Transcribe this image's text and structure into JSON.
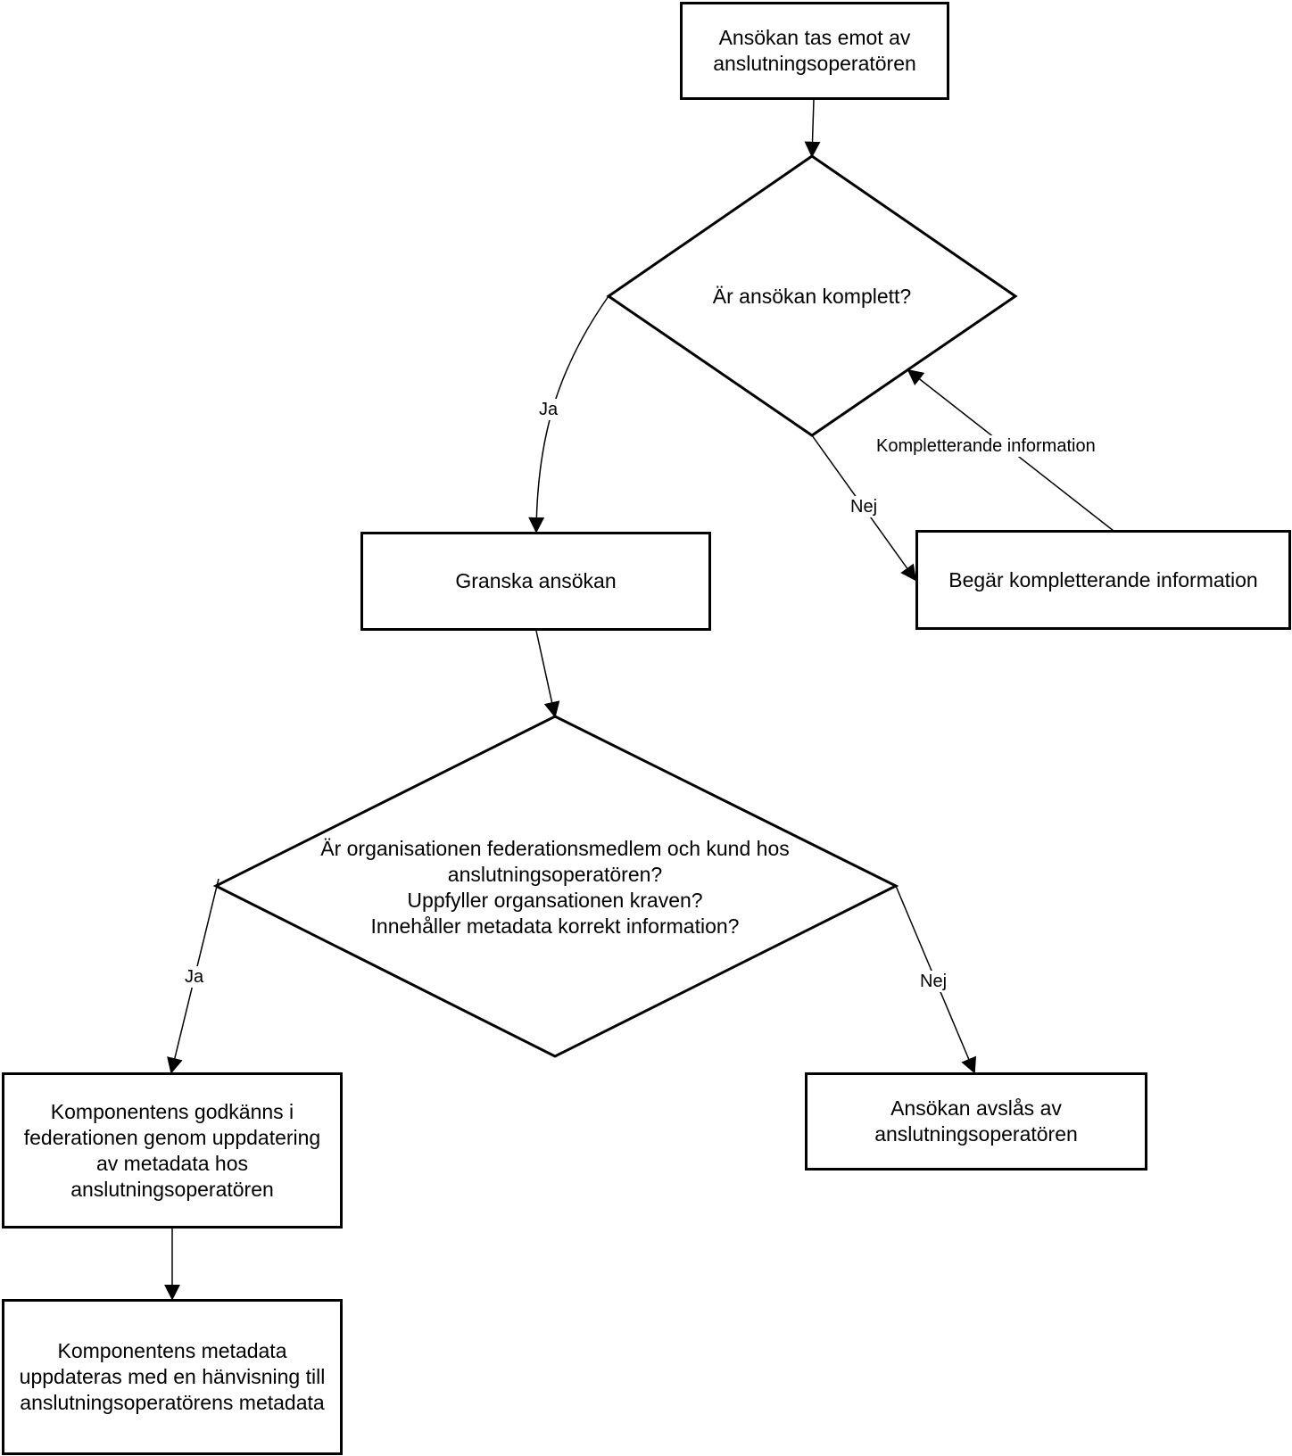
{
  "nodes": {
    "start": "Ansökan tas emot av\nanslutningsoperatören",
    "decision1": "Är ansökan komplett?",
    "review": "Granska ansökan",
    "request_info": "Begär kompletterande information",
    "decision2": "Är organisationen federationsmedlem och kund hos\nanslutningsoperatören?\nUppfyller organsationen kraven?\nInnehåller metadata korrekt information?",
    "approved": "Komponentens  godkänns i\nfederationen genom uppdatering\nav metadata hos\nanslutningsoperatören",
    "rejected": "Ansökan avslås av\nanslutningsoperatören",
    "metadata_update": "Komponentens metadata\nuppdateras med en hänvisning till\nanslutningsoperatörens metadata"
  },
  "edges": {
    "d1_yes": "Ja",
    "d1_no": "Nej",
    "request_back": "Kompletterande information",
    "d2_yes": "Ja",
    "d2_no": "Nej"
  }
}
